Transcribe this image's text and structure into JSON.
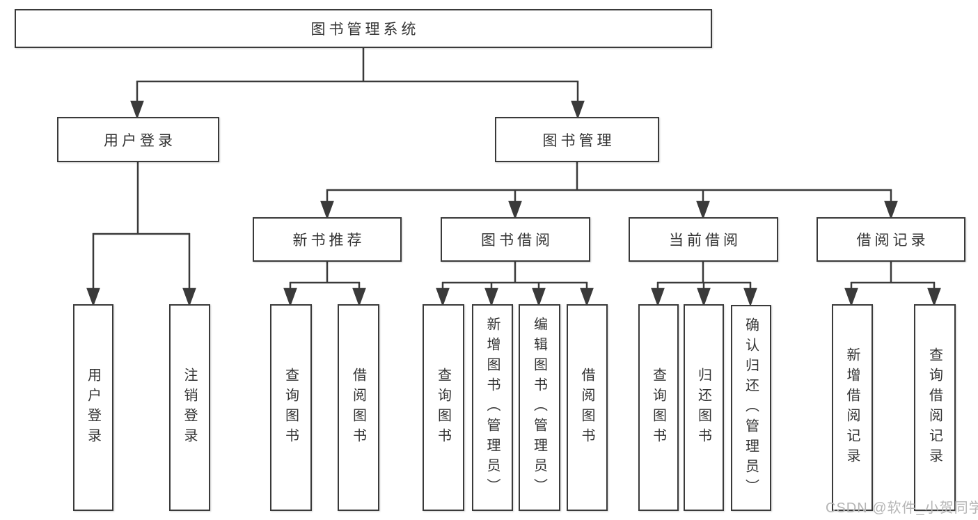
{
  "diagram": {
    "root": "图书管理系统",
    "level1": {
      "user_login": "用户登录",
      "book_management": "图书管理"
    },
    "level2": {
      "new_book_recommend": "新书推荐",
      "book_borrowing": "图书借阅",
      "current_borrowing": "当前借阅",
      "borrowing_records": "借阅记录"
    },
    "leaves": {
      "user_login": "用户登录",
      "logout": "注销登录",
      "nb_query_books": "查询图书",
      "nb_borrow_books": "借阅图书",
      "bb_query_books": "查询图书",
      "bb_add_books": "新增图书（管理员）",
      "bb_edit_books": "编辑图书（管理员）",
      "bb_borrow_books": "借阅图书",
      "cb_query_books": "查询图书",
      "cb_return_books": "归还图书",
      "cb_confirm_return": "确认归还（管理员）",
      "br_add_record": "新增借阅记录",
      "br_query_record": "查询借阅记录"
    }
  },
  "watermark": "CSDN @软件_小贺同学",
  "colors": {
    "line": "#3a3a3a",
    "text": "#333333",
    "watermark": "#b5b5b5"
  }
}
